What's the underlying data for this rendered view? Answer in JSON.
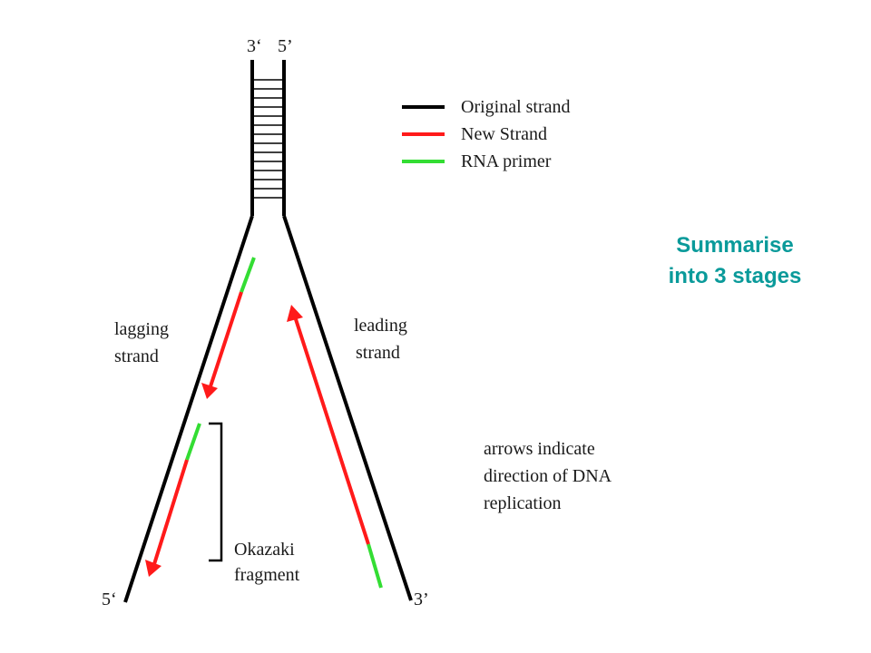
{
  "diagram": {
    "labels": {
      "top_left": "3‘",
      "top_right": "5’",
      "bottom_left": "5‘",
      "bottom_right": "3’",
      "lagging_line1": "lagging",
      "lagging_line2": "strand",
      "leading_line1": "leading",
      "leading_line2": "strand",
      "okazaki_line1": "Okazaki",
      "okazaki_line2": "fragment",
      "note_line1": "arrows indicate",
      "note_line2": "direction of DNA",
      "note_line3": "replication"
    },
    "legend": [
      {
        "label": "Original strand",
        "color": "#000000"
      },
      {
        "label": "New Strand",
        "color": "#ff1a1a"
      },
      {
        "label": "RNA primer",
        "color": "#33dd33"
      }
    ],
    "colors": {
      "original": "#000000",
      "new": "#ff1a1a",
      "primer": "#33dd33",
      "summary": "#0a9a9a"
    }
  },
  "summary": {
    "line1": "Summarise",
    "line2": "into 3 stages"
  }
}
